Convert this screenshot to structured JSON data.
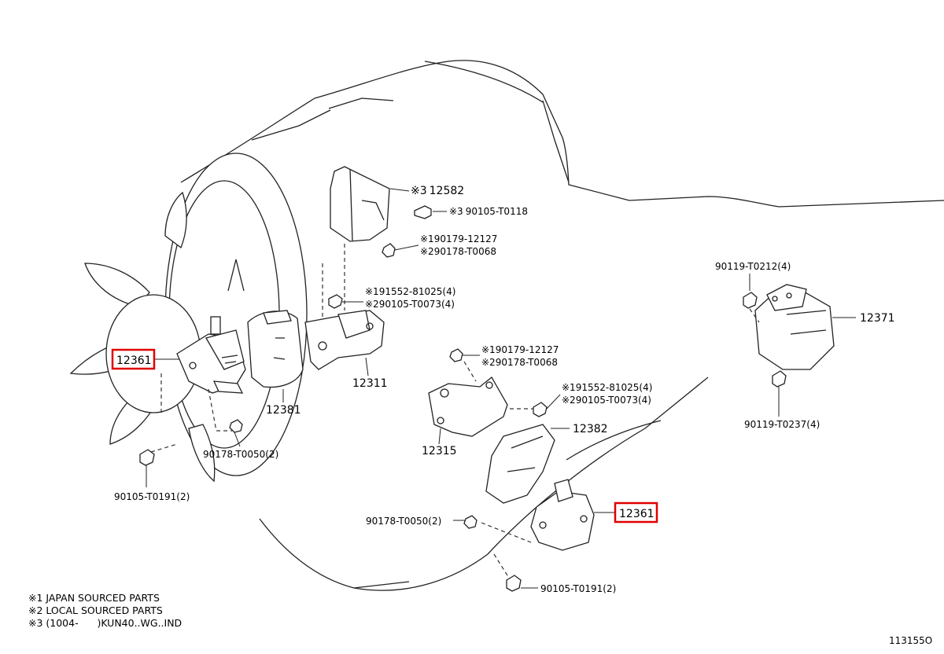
{
  "parts": {
    "p12582": {
      "mark": "※3",
      "number": "12582"
    },
    "b90105_T0118": {
      "mark": "※3",
      "number": "90105-T0118"
    },
    "n_top_1": {
      "mark": "※1",
      "number": "90179-12127"
    },
    "n_top_2": {
      "mark": "※2",
      "number": "90178-T0068"
    },
    "b_top_1": {
      "mark": "※1",
      "number": "91552-81025(4)"
    },
    "b_top_2": {
      "mark": "※2",
      "number": "90105-T0073(4)"
    },
    "n_mid_1": {
      "mark": "※1",
      "number": "90179-12127"
    },
    "n_mid_2": {
      "mark": "※2",
      "number": "90178-T0068"
    },
    "b_mid_1": {
      "mark": "※1",
      "number": "91552-81025(4)"
    },
    "b_mid_2": {
      "mark": "※2",
      "number": "90105-T0073(4)"
    },
    "p12361_left": "12361",
    "p12381": "12381",
    "p12311": "12311",
    "p12315": "12315",
    "p12382": "12382",
    "p12361_right": "12361",
    "p12371": "12371",
    "p90119_T0212": "90119-T0212(4)",
    "p90119_T0237": "90119-T0237(4)",
    "p90178_T0050_left": "90178-T0050(2)",
    "p90105_T0191_left": "90105-T0191(2)",
    "p90178_T0050_right": "90178-T0050(2)",
    "p90105_T0191_right": "90105-T0191(2)"
  },
  "notes": [
    "※1 JAPAN SOURCED PARTS",
    "※2 LOCAL SOURCED PARTS",
    "※3 (1004-      )KUN40..WG..IND"
  ],
  "diagram_id": "113155O",
  "highlight_color": "#e00000"
}
